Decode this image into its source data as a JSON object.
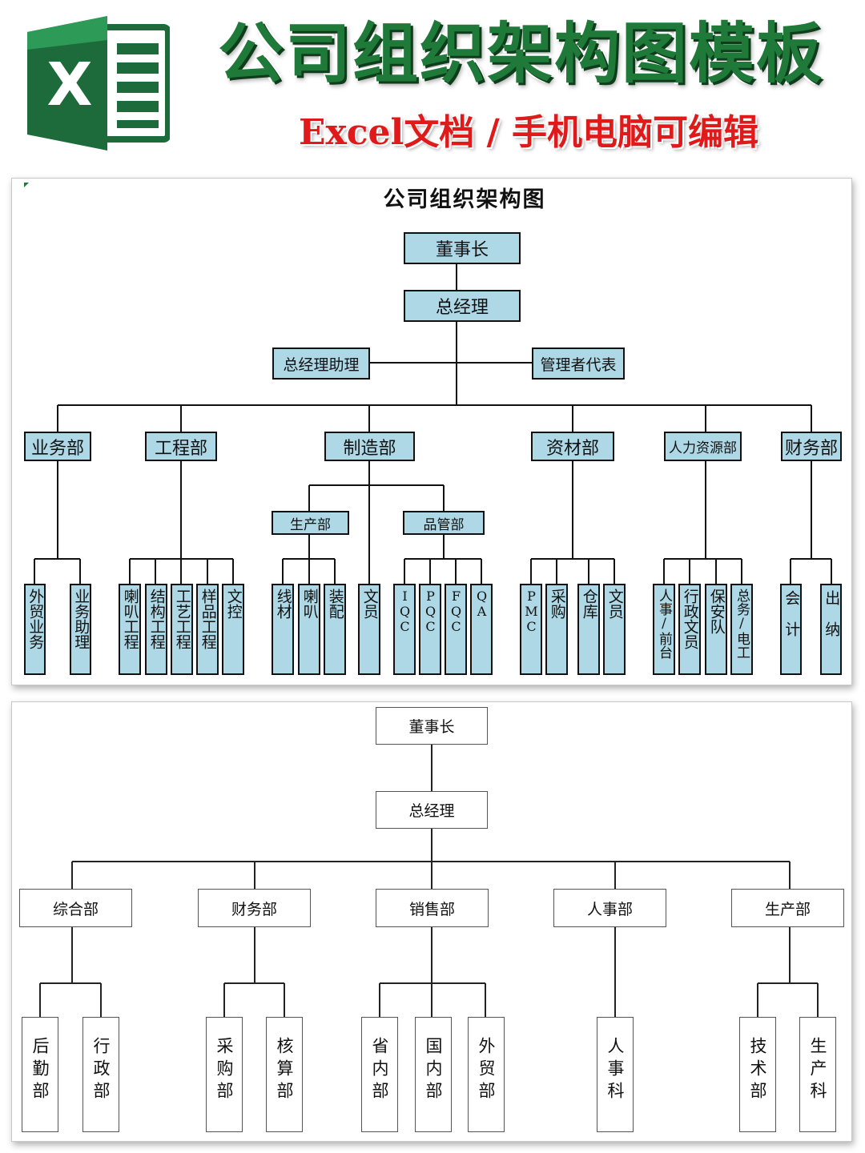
{
  "header": {
    "title": "公司组织架构图模板",
    "subtitle": "Excel文档 / 手机电脑可编辑",
    "logo_letter": "X",
    "logo_icon": "excel-icon",
    "colors": {
      "title": "#1f7a3a",
      "subtitle": "#e01a1a",
      "logo_dark": "#1d6b3a",
      "logo_light": "#2e9a57"
    }
  },
  "chart1": {
    "title": "公司组织架构图",
    "box_color": "#aed8e6",
    "chairman": "董事长",
    "gm": "总经理",
    "gm_assistant": "总经理助理",
    "mgmt_rep": "管理者代表",
    "departments": [
      "业务部",
      "工程部",
      "制造部",
      "资材部",
      "人力资源部",
      "财务部"
    ],
    "manufacturing_sub": [
      "生产部",
      "品管部"
    ],
    "units": [
      [
        "外贸业务",
        "业务助理"
      ],
      [
        "喇叭工程",
        "结构工程",
        "工艺工程",
        "样品工程",
        "文控"
      ],
      [
        "线材",
        "喇叭",
        "装配"
      ],
      [
        "文员"
      ],
      [
        "IQC",
        "PQC",
        "FQC",
        "QA"
      ],
      [
        "PMC",
        "采购",
        "仓库",
        "文员"
      ],
      [
        "人事/前台",
        "行政文员",
        "保安队",
        "总务/电工"
      ],
      [
        "会计",
        "出纳"
      ]
    ]
  },
  "chart2": {
    "chairman": "董事长",
    "gm": "总经理",
    "departments": [
      "综合部",
      "财务部",
      "销售部",
      "人事部",
      "生产部"
    ],
    "units": [
      [
        "后勤部",
        "行政部"
      ],
      [
        "采购部",
        "核算部"
      ],
      [
        "省内部",
        "国内部",
        "外贸部"
      ],
      [
        "人事科"
      ],
      [
        "技术部",
        "生产科"
      ]
    ]
  }
}
